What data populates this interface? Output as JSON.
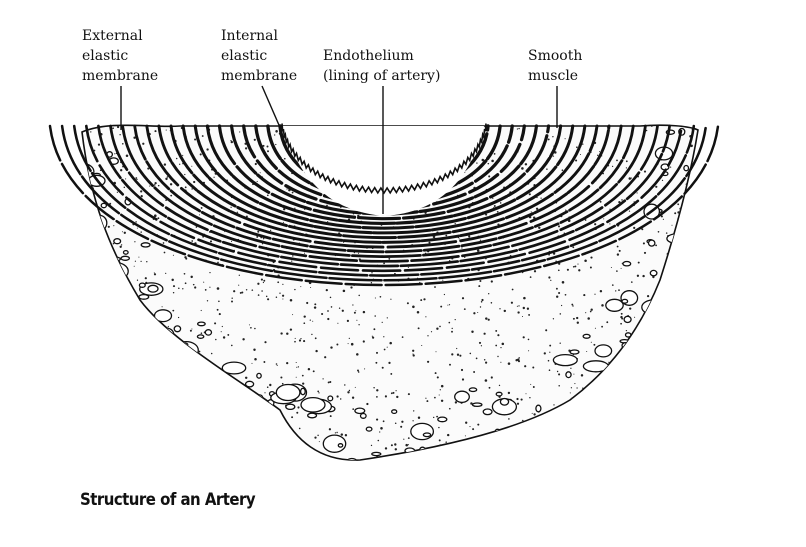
{
  "labels": {
    "external_elastic": "External\nelastic\nmembrane",
    "internal_elastic": "Internal\nelastic\nmembrane",
    "endothelium": "Endothelium\n(lining of artery)",
    "smooth_muscle": "Smooth\nmuscle"
  },
  "caption": "Structure of an Artery",
  "colors": {
    "ink": "#111111",
    "paper": "#ffffff"
  }
}
